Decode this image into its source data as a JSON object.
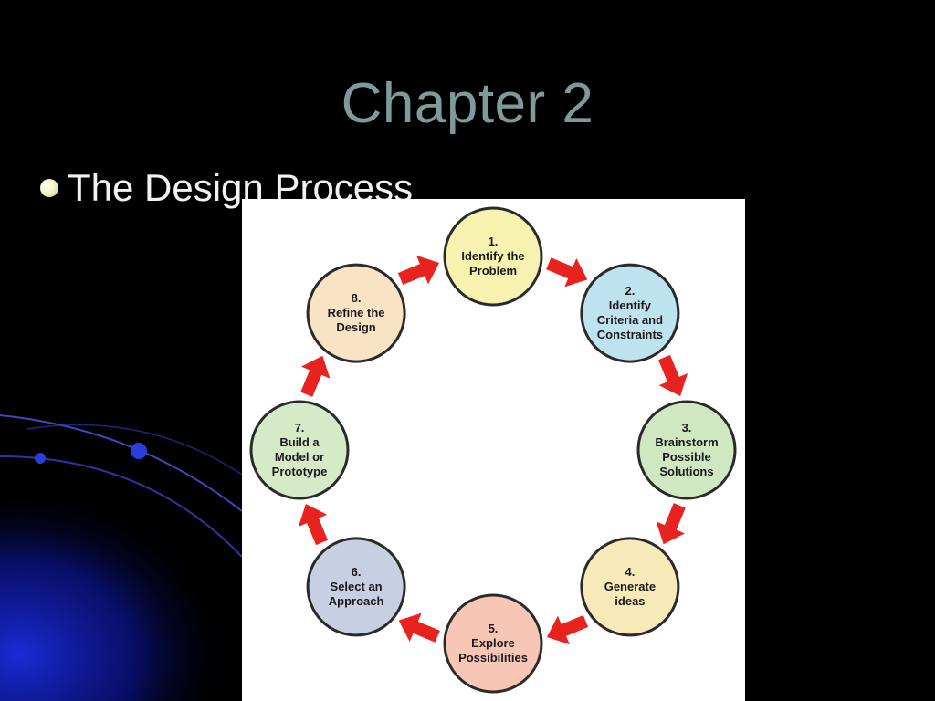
{
  "slide": {
    "title": "Chapter 2",
    "bullet": "The Design Process"
  },
  "colors": {
    "background": "#000000",
    "title": "#7f9a9a",
    "arrow": "#e8231f",
    "circle_border": "#2a2a2a"
  },
  "cycle": {
    "steps": [
      {
        "lines": [
          "1.",
          "Identify the",
          "Problem"
        ],
        "fill": "#f8f2b0"
      },
      {
        "lines": [
          "2.",
          "Identify",
          "Criteria and",
          "Constraints"
        ],
        "fill": "#bfe2ef"
      },
      {
        "lines": [
          "3.",
          "Brainstorm",
          "Possible",
          "Solutions"
        ],
        "fill": "#cfe8c2"
      },
      {
        "lines": [
          "4.",
          "Generate",
          "ideas"
        ],
        "fill": "#f8eab8"
      },
      {
        "lines": [
          "5.",
          "Explore",
          "Possibilities"
        ],
        "fill": "#f7c6b4"
      },
      {
        "lines": [
          "6.",
          "Select an",
          "Approach"
        ],
        "fill": "#c8cfe3"
      },
      {
        "lines": [
          "7.",
          "Build a",
          "Model or",
          "Prototype"
        ],
        "fill": "#d5ebc8"
      },
      {
        "lines": [
          "8.",
          "Refine the",
          "Design"
        ],
        "fill": "#f8e4c4"
      }
    ]
  }
}
